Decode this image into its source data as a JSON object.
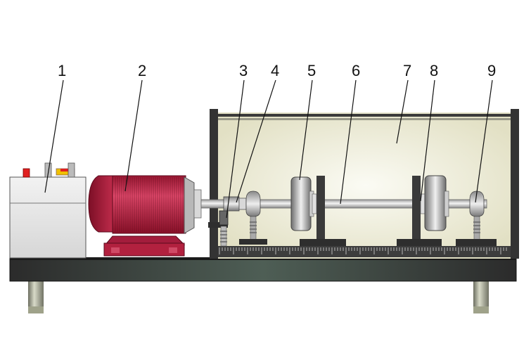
{
  "labels": [
    {
      "id": "1",
      "text": "1"
    },
    {
      "id": "2",
      "text": "2"
    },
    {
      "id": "3",
      "text": "3"
    },
    {
      "id": "4",
      "text": "4"
    },
    {
      "id": "5",
      "text": "5"
    },
    {
      "id": "6",
      "text": "6"
    },
    {
      "id": "7",
      "text": "7"
    },
    {
      "id": "8",
      "text": "8"
    },
    {
      "id": "9",
      "text": "9"
    }
  ],
  "colors": {
    "motor": "#c8264a",
    "motor_dark": "#8e1430",
    "control_box": "#e4e4e4",
    "base": "#2a2a2a",
    "rail": "#444444",
    "enclosure_fill": "#ecebd6",
    "enclosure_frame": "#333333",
    "shaft": "#c9c9c9",
    "leg": "#b0b29a",
    "indicator_red": "#e02020",
    "indicator_yellow": "#f0c000"
  }
}
